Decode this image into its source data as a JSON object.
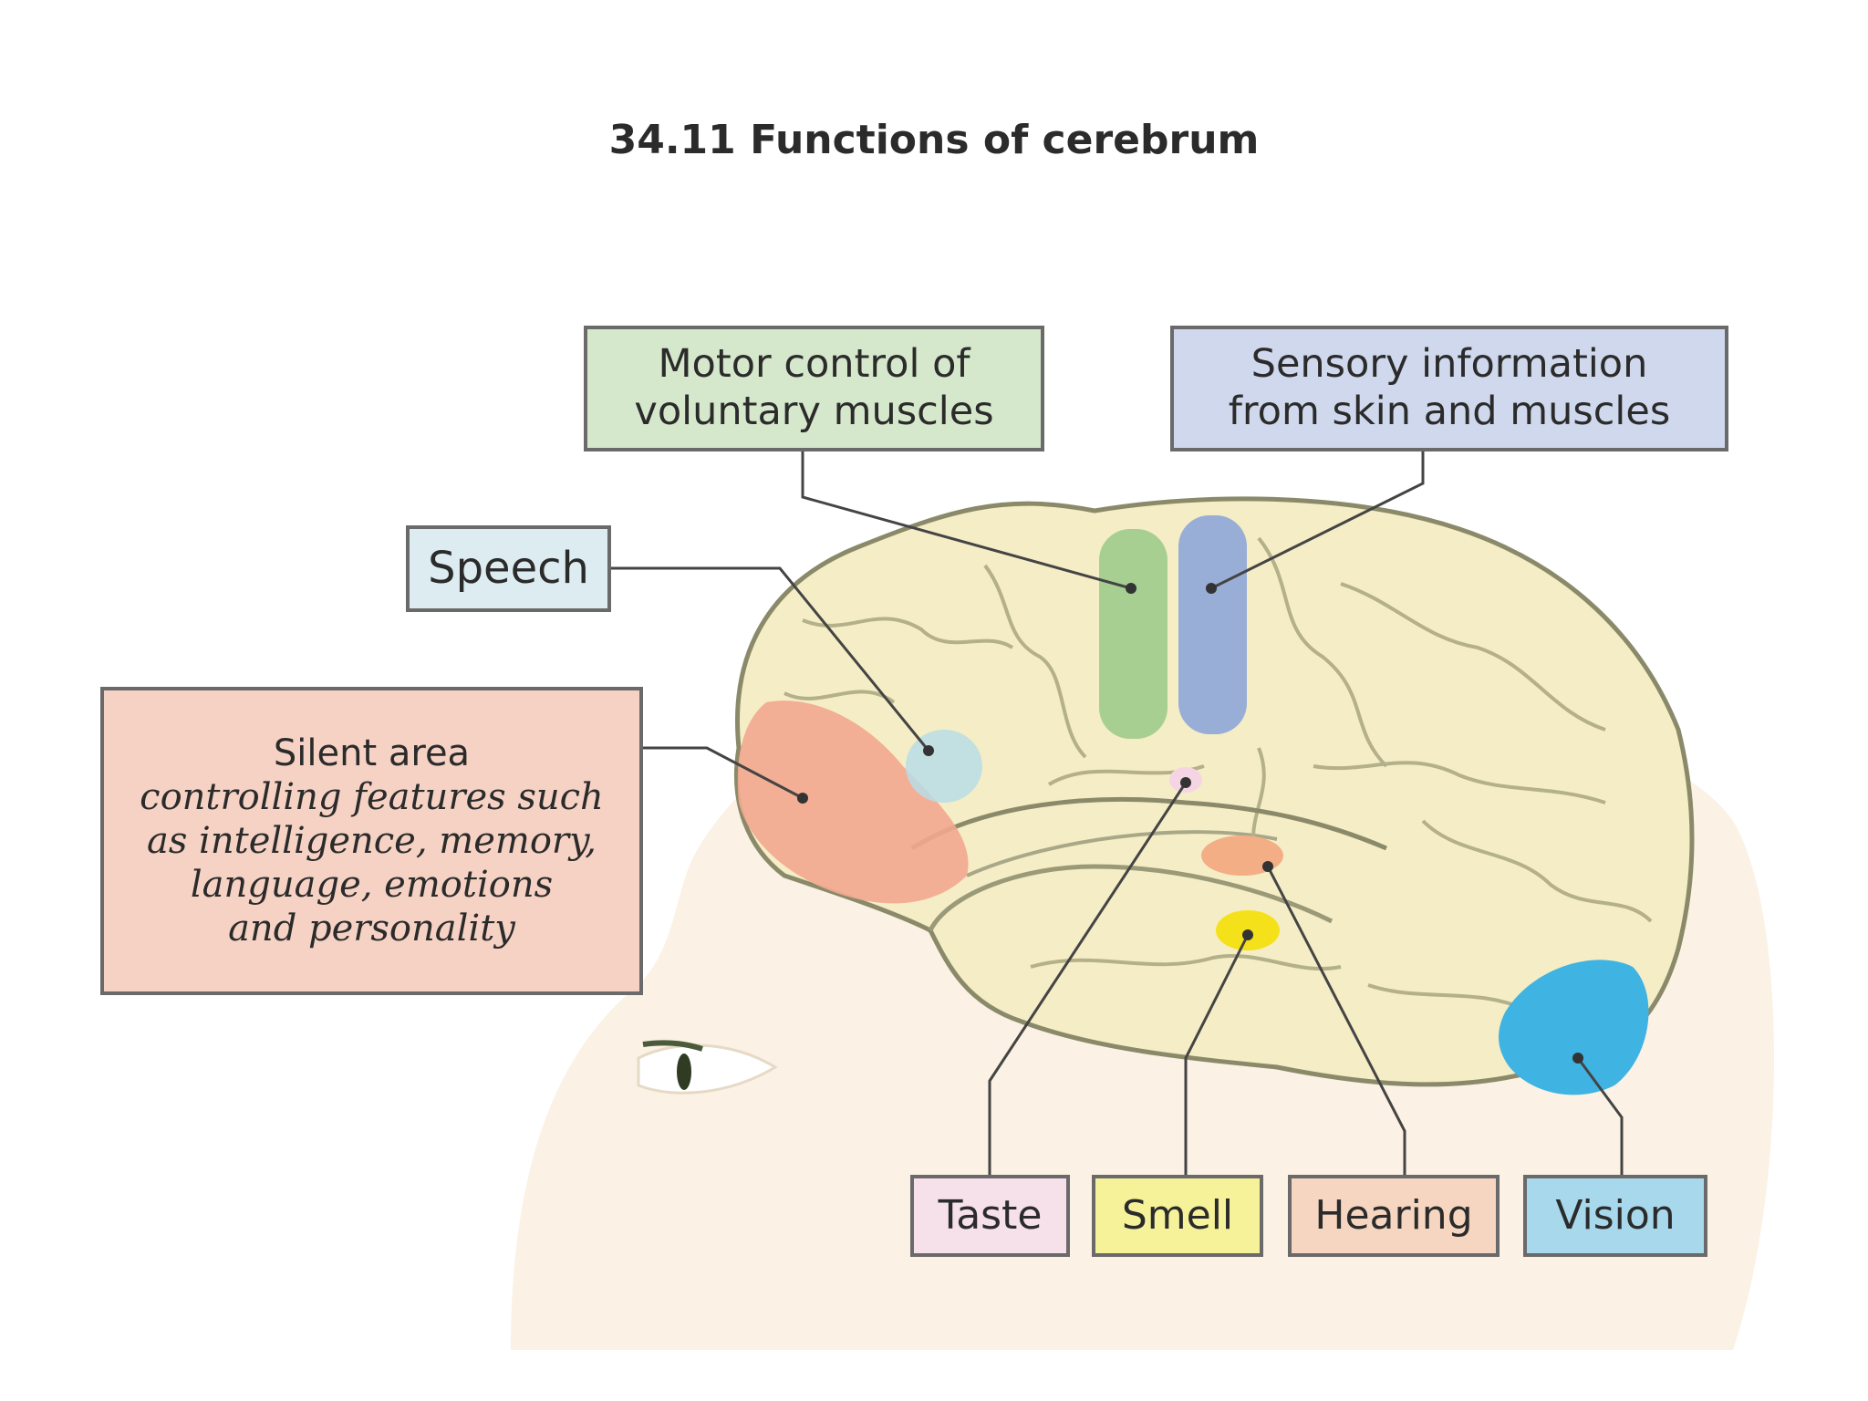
{
  "title": "34.11 Functions of cerebrum",
  "labels": {
    "motor": {
      "line1": "Motor control of",
      "line2": "voluntary muscles",
      "color": "#d6e8cc"
    },
    "sensory": {
      "line1": "Sensory information",
      "line2": "from skin and muscles",
      "color": "#cfd8ec"
    },
    "speech": {
      "text": "Speech",
      "color": "#dcecf0"
    },
    "silent": {
      "line1": "Silent area",
      "line2": "controlling features such",
      "line3": "as intelligence, memory,",
      "line4": "language, emotions",
      "line5": "and personality",
      "color": "#f6d2c4"
    },
    "taste": {
      "text": "Taste",
      "color": "#f6e0ea"
    },
    "smell": {
      "text": "Smell",
      "color": "#f6f29a"
    },
    "hearing": {
      "text": "Hearing",
      "color": "#f6d6c0"
    },
    "vision": {
      "text": "Vision",
      "color": "#a8d8ec"
    }
  },
  "regions": {
    "motor": "#9fcb8c",
    "sensory": "#8ea6d8",
    "speech": "#b9dde6",
    "silent": "#f2a78f",
    "taste": "#f5d5e4",
    "smell": "#f5e11a",
    "hearing": "#f3ae86",
    "vision": "#3fb3e2"
  }
}
